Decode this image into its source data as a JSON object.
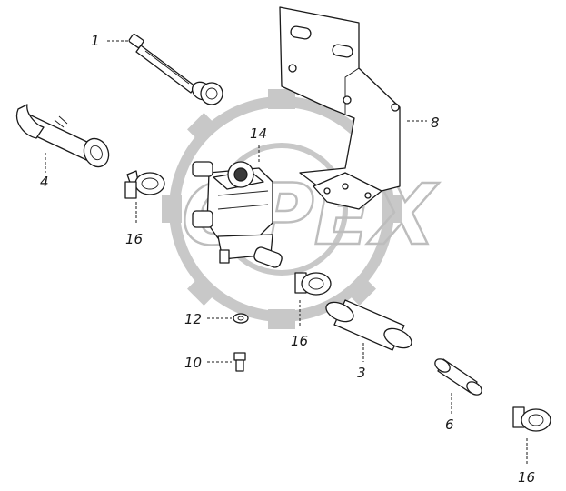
{
  "watermark": {
    "text": "OPEX"
  },
  "callouts": {
    "c1": "1",
    "c3": "3",
    "c4": "4",
    "c6": "6",
    "c8": "8",
    "c10": "10",
    "c12": "12",
    "c14": "14",
    "c16a": "16",
    "c16b": "16",
    "c16c": "16"
  },
  "colors": {
    "line": "#1a1a1a",
    "watermark": "#c8c8c8",
    "background": "#ffffff"
  }
}
